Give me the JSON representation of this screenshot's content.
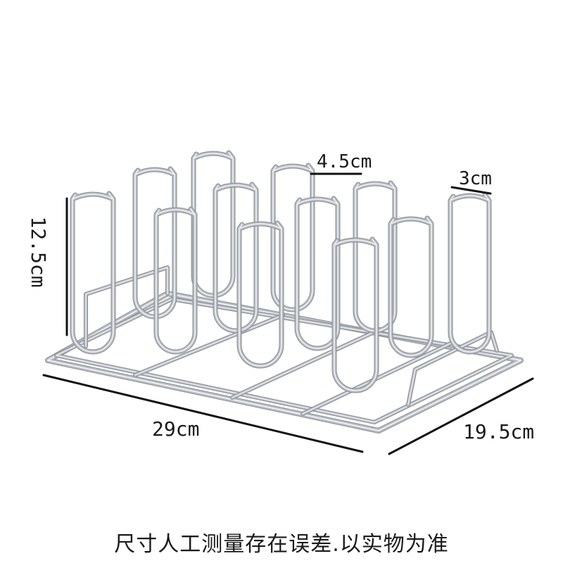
{
  "product": {
    "icon": "stainless-steel-cup-rack-icon",
    "colors": {
      "wire": "#b8bcc2",
      "wire_highlight": "#f1f3f5",
      "wire_shadow": "#8a8f96",
      "dimension_line": "#111111"
    }
  },
  "dimensions": {
    "width": "29cm",
    "depth": "19.5cm",
    "height": "12.5cm",
    "holder_width": "4.5cm",
    "holder_depth": "3cm"
  },
  "caption": "尺寸人工测量存在误差.以实物为准"
}
